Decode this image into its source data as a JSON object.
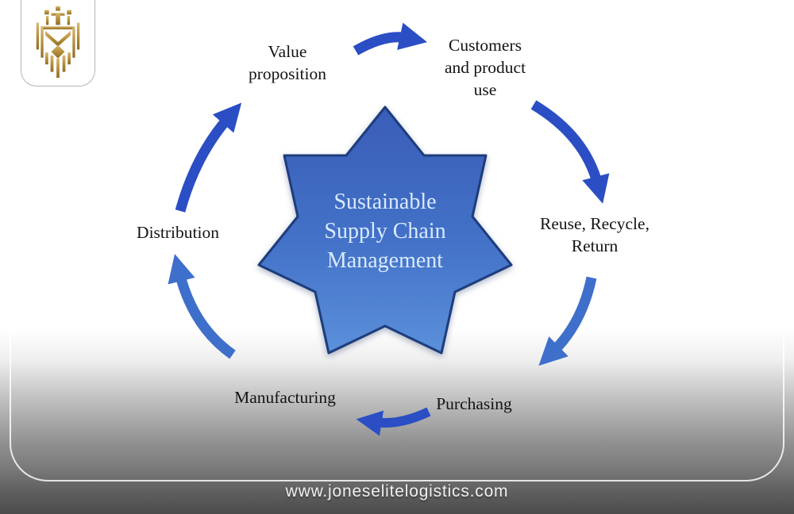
{
  "brand": {
    "logo_name": "jones-elite-logistics-monogram",
    "website": "www.joneselitelogistics.com"
  },
  "diagram": {
    "title_lines": [
      "Sustainable",
      "Supply Chain",
      "Management"
    ],
    "steps": [
      {
        "id": "value-proposition",
        "lines": [
          "Value",
          "proposition"
        ]
      },
      {
        "id": "customers-product-use",
        "lines": [
          "Customers",
          "and product",
          "use"
        ]
      },
      {
        "id": "reuse-recycle-return",
        "lines": [
          "Reuse, Recycle,",
          "Return"
        ]
      },
      {
        "id": "purchasing",
        "lines": [
          "Purchasing"
        ]
      },
      {
        "id": "manufacturing",
        "lines": [
          "Manufacturing"
        ]
      },
      {
        "id": "distribution",
        "lines": [
          "Distribution"
        ]
      }
    ],
    "flow_order": [
      "Value proposition",
      "Customers and product use",
      "Reuse, Recycle, Return",
      "Purchasing",
      "Manufacturing",
      "Distribution"
    ],
    "colors": {
      "star_top": "#3a5db8",
      "star_bottom": "#5b90da",
      "star_border": "#1d3d7c",
      "star_text": "#d9eafc",
      "arrow_deep": "#2b4ec4",
      "arrow_mid": "#3e6fcb",
      "label_text": "#141414",
      "gold_light": "#d8b872",
      "gold_dark": "#8f6d24",
      "footer_text": "#f0f0f0"
    }
  }
}
